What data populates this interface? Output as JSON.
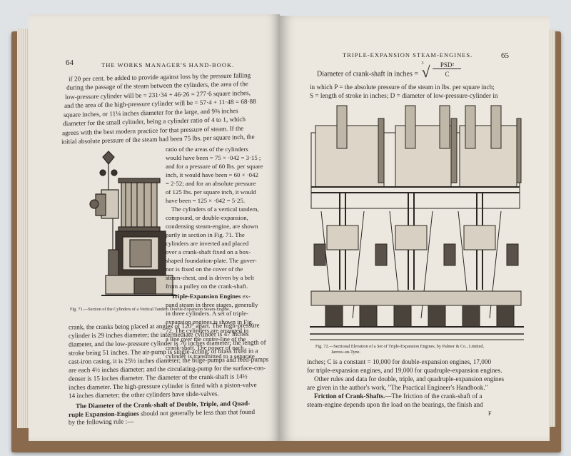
{
  "left_page": {
    "page_number": "64",
    "running_head": "THE WORKS MANAGER'S HAND-BOOK.",
    "top_lines": [
      "if 20 per cent. be added to provide against loss by the pressure falling",
      "during the passage of the steam between the cylinders, the area of the",
      "low-pressure cylinder will be = 231·34 + 46·26 = 277·6 square inches,",
      "and the area of the high-pressure cylinder will be = 57·4 + 11·48 = 68·88",
      "square inches, or 11⅛ inches diameter for the large, and 9⅜ inches",
      "diameter for the small cylinder, being a cylinder ratio of 4 to 1, which",
      "agrees with the best modern practice for that pressure of steam. If the",
      "initial absolute pressure of the steam had been 75 lbs. per square inch, the"
    ],
    "side_lines": [
      "ratio of the areas of the cylinders",
      "would have been = 75 × ·042 = 3·15 ;",
      "and for a pressure of 60 lbs. per square",
      "inch, it would have been = 60 × ·042",
      "= 2·52; and for an absolute pressure",
      "of 125 lbs. per square inch, it would",
      "have been = 125 × ·042 = 5·25.",
      "The cylinders of a vertical tandem,",
      "compound, or double-expansion,",
      "condensing steam-engine, are shown",
      "partly in section in Fig. 71. The",
      "cylinders are inverted and placed",
      "over a crank-shaft fixed on a box-",
      "shaped foundation-plate. The gover-",
      "nor is fixed on the cover of the",
      "steam-chest, and is driven by a belt",
      "from a pulley on the crank-shaft."
    ],
    "subhead_1": "Triple-Expansion Engines",
    "subhead_1_rest": " ex-",
    "side_lines_2": [
      "pand steam in three stages, generally",
      "in three cylinders. A set of triple-",
      "expansion engines is shown in Fig.",
      "72. The cylinders are arranged in",
      "a line over the centre-line of the",
      "crank-shaft. The power of each",
      "cylinder is transmitted to a separate"
    ],
    "fig_caption_1": "Fig. 71.—Section of the Cylinders of a Vertical Tandem Double-Expansion Steam-Engine.",
    "bottom_lines": [
      "crank, the cranks being placed at angles of 120° apart. The high-pressure",
      "cylinder is 29 inches diameter; the intermediate cylinder is 47 inches",
      "diameter, and the low-pressure cylinder is 76 inches diameter; the length of",
      "stroke being 51 inches. The air-pump is single-acting, of brass fixed in a",
      "cast-iron casing, it is 25½ inches diameter; the bilge-pumps and feed-pumps",
      "are each 4½ inches diameter; and the circulating-pump for the surface-con-",
      "denser is 15 inches diameter. The diameter of the crank-shaft is 14½",
      "inches diameter. The high-pressure cylinder is fitted with a piston-valve",
      "14 inches diameter; the other cylinders have slide-valves."
    ],
    "subhead_2a": "The Diameter of the Crank-shaft of Double, Triple, and Quad-",
    "subhead_2b": "ruple Expansion-Engines",
    "subhead_2b_rest": " should not generally be less than that found",
    "last_line": "by the following rule :—"
  },
  "right_page": {
    "page_number": "65",
    "running_head": "TRIPLE-EXPANSION STEAM-ENGINES.",
    "formula_lead": "Diameter of crank-shaft in inches =",
    "formula_root_index": "3",
    "formula_numerator": "PSD²",
    "formula_denominator": "C",
    "def_line_1": "in which P = the absolute pressure of the steam in lbs. per square inch;",
    "def_line_2": "S = length of stroke in inches; D = diameter of low-pressure-cylinder in",
    "fig_caption_2a": "Fig. 72.—Sectional Elevation of a Set of Triple-Expansion Engines, by Palmer & Co., Limited,",
    "fig_caption_2b": "Jarrow-on-Tyne.",
    "bottom_lines": [
      "inches; C is a constant = 10,000 for double-expansion engines, 17,000",
      "for triple-expansion engines, and 19,000 for quadruple-expansion engines.",
      "Other rules and data for double, triple, and quadruple-expansion engines",
      "are given in the author's work, \"The Practical Engineer's Handbook.\""
    ],
    "subhead": "Friction of Crank-Shafts.",
    "subhead_rest": "—The friction of the crank-shaft of a",
    "last_line": "steam-engine depends upon the load on the bearings, the finish and",
    "signature_mark": "F"
  }
}
